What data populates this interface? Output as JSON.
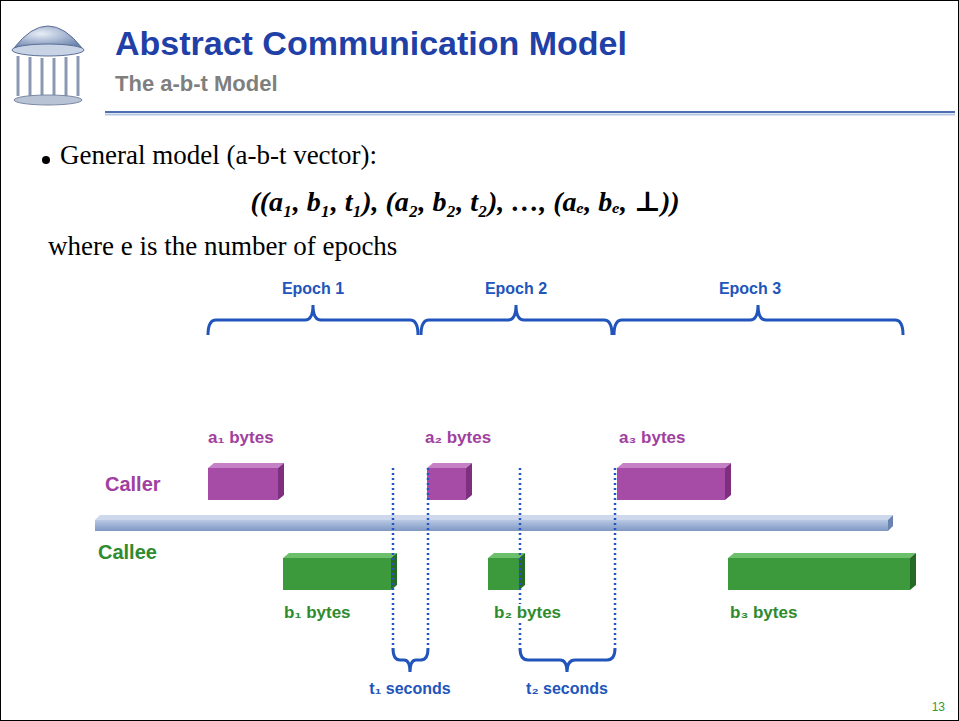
{
  "diagram": {
    "title": "Abstract Communication Model",
    "labels": [
      "The a-b-t Model",
      "General model (a-b-t vector):",
      "((a₁, b₁, t₁), (a₂, b₂, t₂), …, (aₑ, bₑ, ⊥))",
      "where e is the number of epochs",
      "Epoch 1",
      "Epoch 2",
      "Epoch 3",
      "a₁ bytes",
      "a₂ bytes",
      "a₃ bytes",
      "Caller",
      "Callee",
      "b₁ bytes",
      "b₂ bytes",
      "b₃ bytes",
      "t₁ seconds",
      "t₂ seconds",
      "13"
    ]
  }
}
